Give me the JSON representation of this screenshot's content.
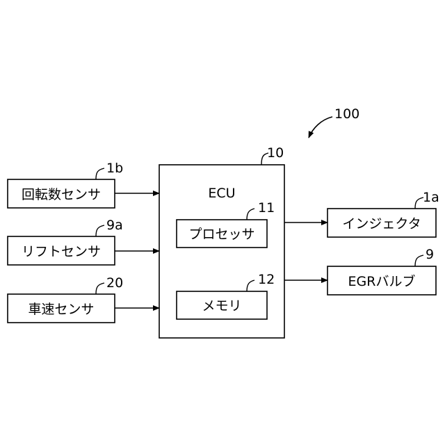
{
  "figure_ref": "100",
  "ecu": {
    "title": "ECU",
    "ref": "10"
  },
  "processor": {
    "label": "プロセッサ",
    "ref": "11"
  },
  "memory": {
    "label": "メモリ",
    "ref": "12"
  },
  "inputs": [
    {
      "label": "回転数センサ",
      "ref": "1b"
    },
    {
      "label": "リフトセンサ",
      "ref": "9a"
    },
    {
      "label": "車速センサ",
      "ref": "20"
    }
  ],
  "outputs": [
    {
      "label": "インジェクタ",
      "ref": "1a"
    },
    {
      "label": "EGRバルブ",
      "ref": "9"
    }
  ]
}
